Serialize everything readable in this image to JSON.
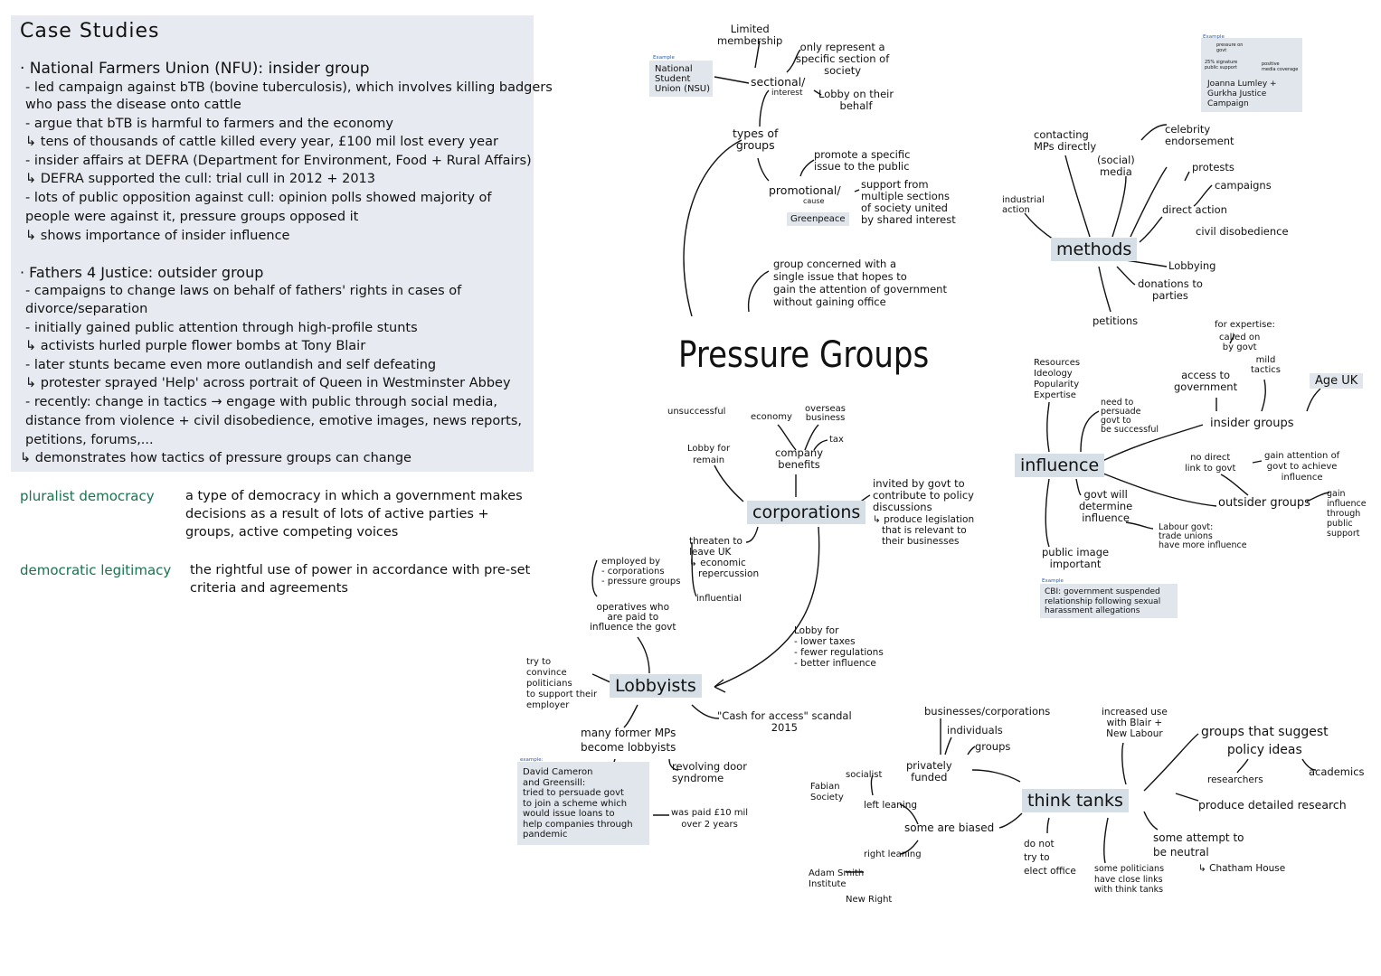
{
  "case_studies": {
    "title": "Case  Studies",
    "lines": [
      "· National Farmers Union (NFU): insider group",
      "- led campaign against bTB (bovine tuberculosis), which involves killing badgers",
      "  who pass the disease onto cattle",
      "- argue that bTB is harmful to farmers and the economy",
      "  ↳ tens of thousands of cattle killed every year, £100 mil lost every year",
      "- insider affairs at  DEFRA (Department for Environment, Food + Rural Affairs)",
      "  ↳ DEFRA supported the cull: trial cull in 2012 + 2013",
      "- lots of public opposition against cull: opinion polls showed majority of",
      "  people were against it, pressure groups opposed it",
      "  ↳ shows importance of insider  influence",
      "· Fathers 4 Justice: outsider group",
      "- campaigns to change laws on behalf of fathers' rights in cases of",
      "  divorce/separation",
      "- initially gained public attention through high-profile stunts",
      "  ↳ activists hurled purple flower bombs at Tony Blair",
      "- later stunts became even more outlandish and self defeating",
      "  ↳ protester sprayed 'Help' across portrait of Queen in Westminster Abbey",
      "- recently: change in tactics → engage with public through social media,",
      "  distance from violence + civil disobedience, emotive images, news reports,",
      "  petitions, forums,...",
      "↳ demonstrates how tactics of pressure groups can change"
    ]
  },
  "definitions": [
    {
      "term": "pluralist democracy",
      "text": "a type of democracy in which a government makes decisions as a result of lots of active parties + groups, active competing voices"
    },
    {
      "term": "democratic legitimacy",
      "text": "the rightful use of power in accordance with pre-set criteria and agreements"
    }
  ],
  "mindmap": {
    "title": "Pressure Groups",
    "types": {
      "types_of_groups": "types of\ngroups",
      "limited": "Limited\nmembership",
      "represent": "only represent a\nspecific section of\nsociety",
      "example_label": "Example",
      "nsu": "National\nStudent\nUnion (NSU)",
      "sectional": "sectional/",
      "interest": "interest",
      "lobby_behalf": "Lobby on their\nbehalf",
      "promote": "promote a specific\nissue to the public",
      "promotional": "promotional/",
      "cause": "cause",
      "greenpeace": "Greenpeace",
      "support": "support from\nmultiple sections\nof society united\nby shared interest",
      "single_issue": "group concerned with a\nsingle issue that hopes to\ngain the attention of government\nwithout gaining office"
    },
    "methods": {
      "hub": "methods",
      "ex_label": "Example",
      "ex_a": "pressure on\ngovt",
      "ex_b": "25% signature\npublic support",
      "ex_c": "positive\nmedia coverage",
      "ex_d": "Joanna Lumley +\nGurkha Justice\nCampaign",
      "contacting": "contacting\nMPs directly",
      "celebrity": "celebrity\nendorsement",
      "social_media": "(social)\nmedia",
      "protests": "protests",
      "campaigns": "campaigns",
      "direct_action": "direct action",
      "civil": "civil disobedience",
      "industrial": "industrial\naction",
      "lobbying": "Lobbying",
      "donations": "donations to\nparties",
      "petitions": "petitions"
    },
    "influence": {
      "hub": "influence",
      "resources": "Resources\nIdeology\nPopularity\nExpertise",
      "expertise": "for expertise:",
      "called_on": "called on\nby govt",
      "mild": "mild\ntactics",
      "access": "access to\ngovernment",
      "age_uk": "Age UK",
      "need": "need to\npersuade\ngovt to\nbe successful",
      "insider": "insider groups",
      "no_direct": "no direct\nlink to govt",
      "gain_attention": "gain attention of\ngovt to achieve\ninfluence",
      "govt_will": "govt will\ndetermine\ninfluence",
      "outsider": "outsider groups",
      "gain_influence": "gain\ninfluence\nthrough\npublic\nsupport",
      "labour": "Labour govt:\ntrade unions\nhave more influence",
      "public_image": "public image\nimportant",
      "ex_label": "Example",
      "cbi": "CBI: government suspended\nrelationship following sexual\nharassment allegations"
    },
    "corporations": {
      "hub": "corporations",
      "unsuccessful": "unsuccessful",
      "economy": "economy",
      "overseas": "overseas\nbusiness",
      "tax": "tax",
      "lobby_remain": "Lobby for\nremain",
      "company": "company\nbenefits",
      "invited": "invited by govt to\ncontribute to policy\ndiscussions",
      "produce": "↳ produce legislation\n   that is relevant to\n   their businesses",
      "threaten": "threaten to\nleave UK\n↳ economic\n   repercussion",
      "influential": "influential",
      "lobby_for": "Lobby for\n- lower taxes\n- fewer regulations\n- better influence"
    },
    "lobbyists": {
      "hub": "Lobbyists",
      "employed": "employed by\n- corporations\n- pressure groups",
      "operatives": "operatives who\nare paid to\ninfluence the govt",
      "try": "try to\nconvince\npoliticians\nto support their\nemployer",
      "former": "many former MPs\nbecome lobbyists",
      "cash": "\"Cash for access\" scandal\n2015",
      "revolving": "revolving door\nsyndrome",
      "ex_label": "example:",
      "cameron": "David Cameron\nand Greensill:\ntried to persuade govt\nto join a scheme which\nwould issue loans to\nhelp companies through\npandemic",
      "paid": "was paid £10 mil\nover 2 years"
    },
    "think_tanks": {
      "hub": "think tanks",
      "businesses": "businesses/corporations",
      "individuals": "individuals",
      "groups": "groups",
      "privately": "privately\nfunded",
      "socialist": "socialist",
      "fabian": "Fabian\nSociety",
      "left": "left leaning",
      "biased": "some are biased",
      "right": "right leaning",
      "adam": "Adam Smith\nInstitute",
      "new_right": "New Right",
      "increased": "increased use\nwith Blair +\nNew Labour",
      "suggest": "groups that suggest\npolicy ideas",
      "researchers": "researchers",
      "academics": "academics",
      "detailed": "produce detailed research",
      "neutral": "some attempt to\nbe neutral",
      "chatham": "↳ Chatham House",
      "not_elect": "do not\ntry to\nelect office",
      "links": "some politicians\nhave close links\nwith think tanks"
    }
  }
}
